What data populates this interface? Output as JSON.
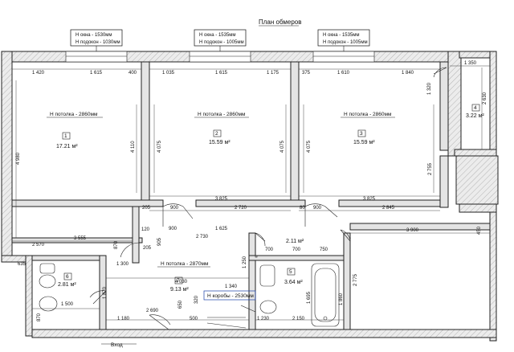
{
  "title": "План обмеров",
  "windows": [
    {
      "line1": "H окна - 1530мм",
      "line2": "H подокон - 1030мм"
    },
    {
      "line1": "H окна - 1535мм",
      "line2": "H подокон - 1005мм"
    },
    {
      "line1": "H окна - 1535мм",
      "line2": "H подокон - 1005мм"
    }
  ],
  "ceilings": {
    "room1": "H потолка - 2860мм",
    "room2": "H потолка - 2860мм",
    "room3": "H потолка - 2860мм",
    "corridor": "H потолка - 2870мм",
    "hall": "H коробы - 2530мм"
  },
  "rooms": [
    {
      "num": "1",
      "area": "17.21 м²"
    },
    {
      "num": "2",
      "area": "15.59 м²"
    },
    {
      "num": "3",
      "area": "15.59 м²"
    },
    {
      "num": "4",
      "area": "3.22 м²"
    },
    {
      "num": "5",
      "area": "3.64 м²"
    },
    {
      "num": "6",
      "area": "2.81 м²"
    },
    {
      "num": "7",
      "area": "9.13 м²"
    },
    {
      "num": "",
      "area": "2.11 м²"
    }
  ],
  "dims": {
    "d1420": "1 420",
    "d1615a": "1 615",
    "d400": "400",
    "d1035": "1 035",
    "d1615b": "1 615",
    "d1175": "1 175",
    "d375": "375",
    "d1610": "1 610",
    "d1840": "1 840",
    "d1350": "1 350",
    "d2630": "2 630",
    "d1320": "1 320",
    "d4980": "4 980",
    "d4110": "4 110",
    "d4075a": "4 075",
    "d4075b": "4 075",
    "d4075c": "4 075",
    "d2755": "2 755",
    "d3825a": "3 825",
    "d3825b": "3 825",
    "d205a": "205",
    "d900a": "900",
    "d2720": "2 720",
    "d80": "80",
    "d900b": "900",
    "d2845": "2 845",
    "d2570": "2 570",
    "d3555": "3 555",
    "d120": "120",
    "d1625": "1 625",
    "d900c": "900",
    "d3900": "3 900",
    "d450": "450",
    "d870a": "870",
    "d905": "905",
    "d2730": "2 730",
    "d205b": "205",
    "d635": "635",
    "d1300": "1 300",
    "d700a": "700",
    "d700b": "700",
    "d750": "750",
    "d4030": "4 030",
    "d1340": "1 340",
    "d1500": "1 500",
    "d1870": "1 870",
    "d870b": "870",
    "d1250": "1 250",
    "d2775": "2 775",
    "d650": "650",
    "d320": "320",
    "d1695": "1 695",
    "d1860": "1 860",
    "d2690": "2 690",
    "d1180": "1 180",
    "d500": "500",
    "d2150": "2 150",
    "d1230": "1 230"
  },
  "entrance": "Вход"
}
